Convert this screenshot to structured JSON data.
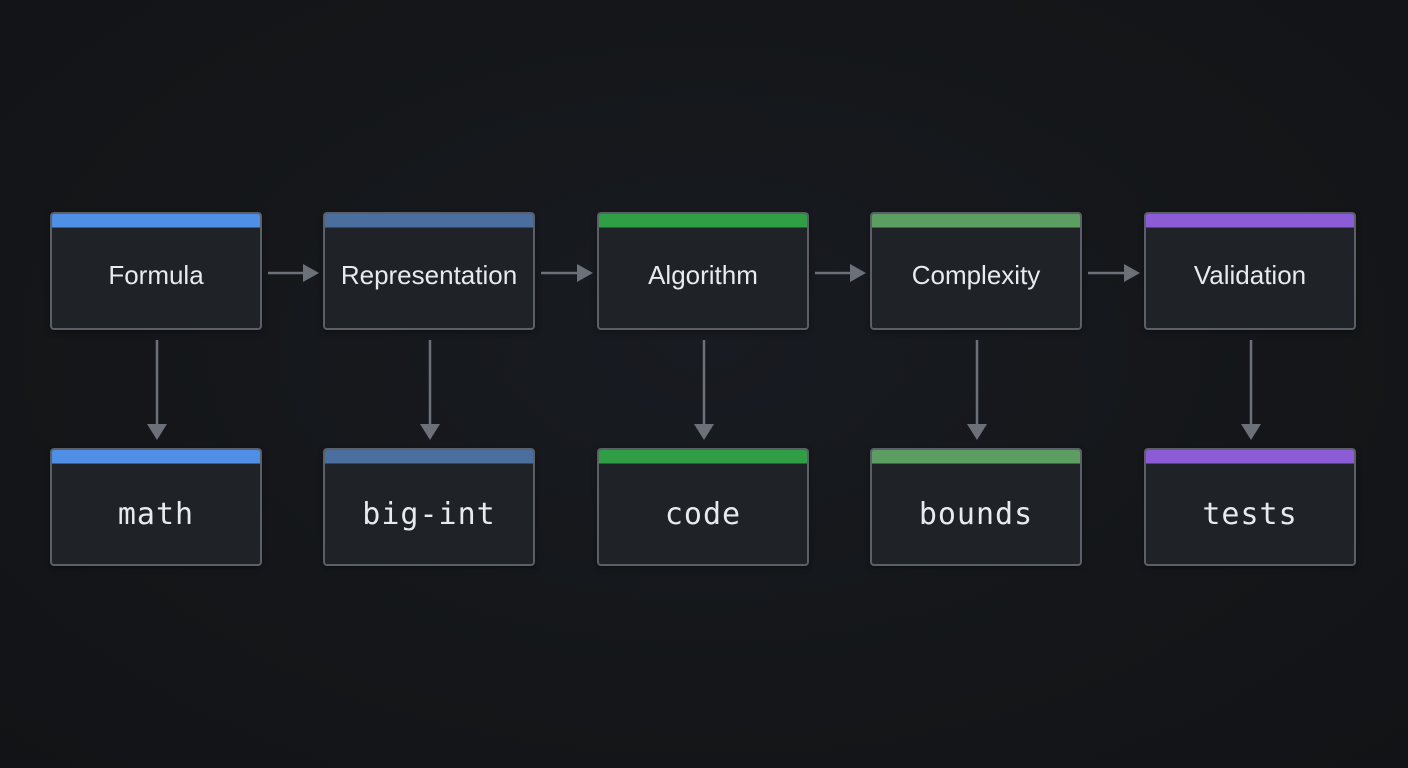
{
  "stages": [
    {
      "label": "Formula",
      "color": "#4f8fe6"
    },
    {
      "label": "Representation",
      "color": "#4a6f9e"
    },
    {
      "label": "Algorithm",
      "color": "#2f9e44"
    },
    {
      "label": "Complexity",
      "color": "#5c9e62"
    },
    {
      "label": "Validation",
      "color": "#8b5cd6"
    }
  ],
  "outputs": [
    {
      "label": "math",
      "color": "#4f8fe6"
    },
    {
      "label": "big-int",
      "color": "#4a6f9e"
    },
    {
      "label": "code",
      "color": "#2f9e44"
    },
    {
      "label": "bounds",
      "color": "#5c9e62"
    },
    {
      "label": "tests",
      "color": "#8b5cd6"
    }
  ],
  "colors": {
    "background": "#141619",
    "node_fill": "#1f2227",
    "node_border": "#5a5f68",
    "arrow": "#6b7079",
    "text": "#e8eaed"
  }
}
